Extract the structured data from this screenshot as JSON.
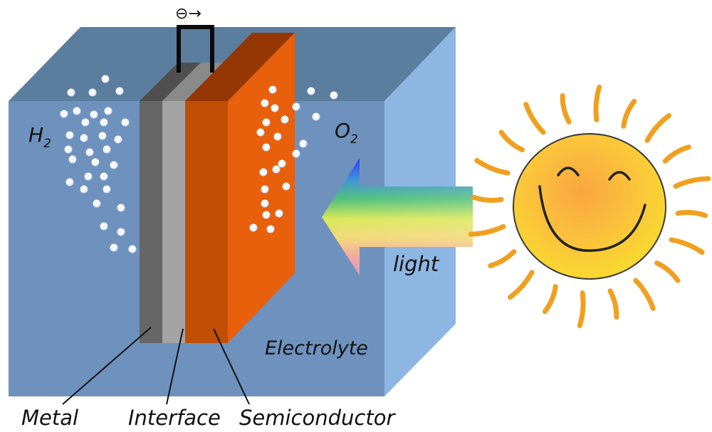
{
  "labels": {
    "h2": {
      "main": "H",
      "sub": "2"
    },
    "o2": {
      "main": "O",
      "sub": "2"
    },
    "light": "light",
    "electrolyte": "Electrolyte",
    "metal": "Metal",
    "interface": "Interface",
    "semiconductor": "Semiconductor"
  },
  "wire_glyph": "⊖→",
  "colors": {
    "tank_top": "#5b7e9f",
    "tank_front": "#6e92bd",
    "tank_side": "#8db6e3",
    "metal_front": "#666666",
    "metal_top": "#4f4f4f",
    "interface_front": "#a3a3a3",
    "interface_top": "#8a8a8a",
    "semi_front": "#c04f05",
    "semi_side": "#e8600c",
    "semi_top": "#953705",
    "sun_fill": "#fbcf2e",
    "sun_ray": "#f0a020"
  }
}
